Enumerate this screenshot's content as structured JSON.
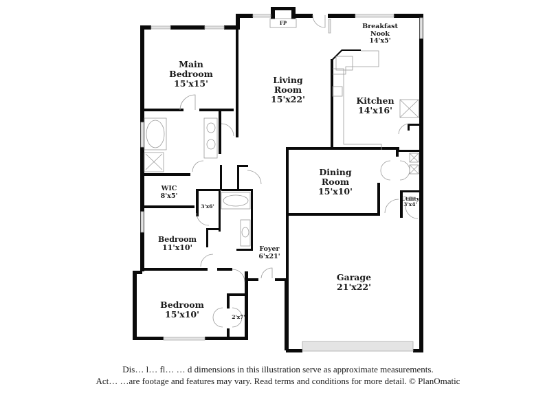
{
  "floor_plan": {
    "rooms": [
      {
        "id": "main-bedroom",
        "name": "Main Bedroom",
        "name_lines": [
          "Main",
          "Bedroom"
        ],
        "dimensions": "15'x15'"
      },
      {
        "id": "living-room",
        "name": "Living Room",
        "name_lines": [
          "Living",
          "Room"
        ],
        "dimensions": "15'x22'"
      },
      {
        "id": "breakfast-nook",
        "name": "Breakfast Nook",
        "name_lines": [
          "Breakfast",
          "Nook"
        ],
        "dimensions": "14'x5'"
      },
      {
        "id": "kitchen",
        "name": "Kitchen",
        "name_lines": [
          "Kitchen"
        ],
        "dimensions": "14'x16'"
      },
      {
        "id": "wic",
        "name": "WIC",
        "name_lines": [
          "WIC"
        ],
        "dimensions": "8'x5'"
      },
      {
        "id": "closet-3x6",
        "name": "",
        "name_lines": [],
        "dimensions": "3'x6'"
      },
      {
        "id": "dining-room",
        "name": "Dining Room",
        "name_lines": [
          "Dining",
          "Room"
        ],
        "dimensions": "15'x10'"
      },
      {
        "id": "utility",
        "name": "Utility",
        "name_lines": [
          "Utility"
        ],
        "dimensions": "3'x4'"
      },
      {
        "id": "bedroom-2",
        "name": "Bedroom",
        "name_lines": [
          "Bedroom"
        ],
        "dimensions": "11'x10'"
      },
      {
        "id": "foyer",
        "name": "Foyer",
        "name_lines": [
          "Foyer"
        ],
        "dimensions": "6'x21'"
      },
      {
        "id": "garage",
        "name": "Garage",
        "name_lines": [
          "Garage"
        ],
        "dimensions": "21'x22'"
      },
      {
        "id": "bedroom-3",
        "name": "Bedroom",
        "name_lines": [
          "Bedroom"
        ],
        "dimensions": "15'x10'"
      },
      {
        "id": "closet-2x7",
        "name": "",
        "name_lines": [],
        "dimensions": "2'x7'"
      }
    ],
    "fixtures": {
      "fireplace_label": "FP"
    },
    "colors": {
      "wall": "#0a0a0a",
      "fixture_line": "#9a9a9a",
      "window": "#c8c8c8",
      "background": "#ffffff"
    }
  },
  "disclaimer": {
    "line1": "Dis… l… fl… … d dimensions in this illustration serve as approximate measurements.",
    "line2": "Act… …are footage and features may vary. Read terms and conditions for more detail. © PlanOmatic"
  }
}
